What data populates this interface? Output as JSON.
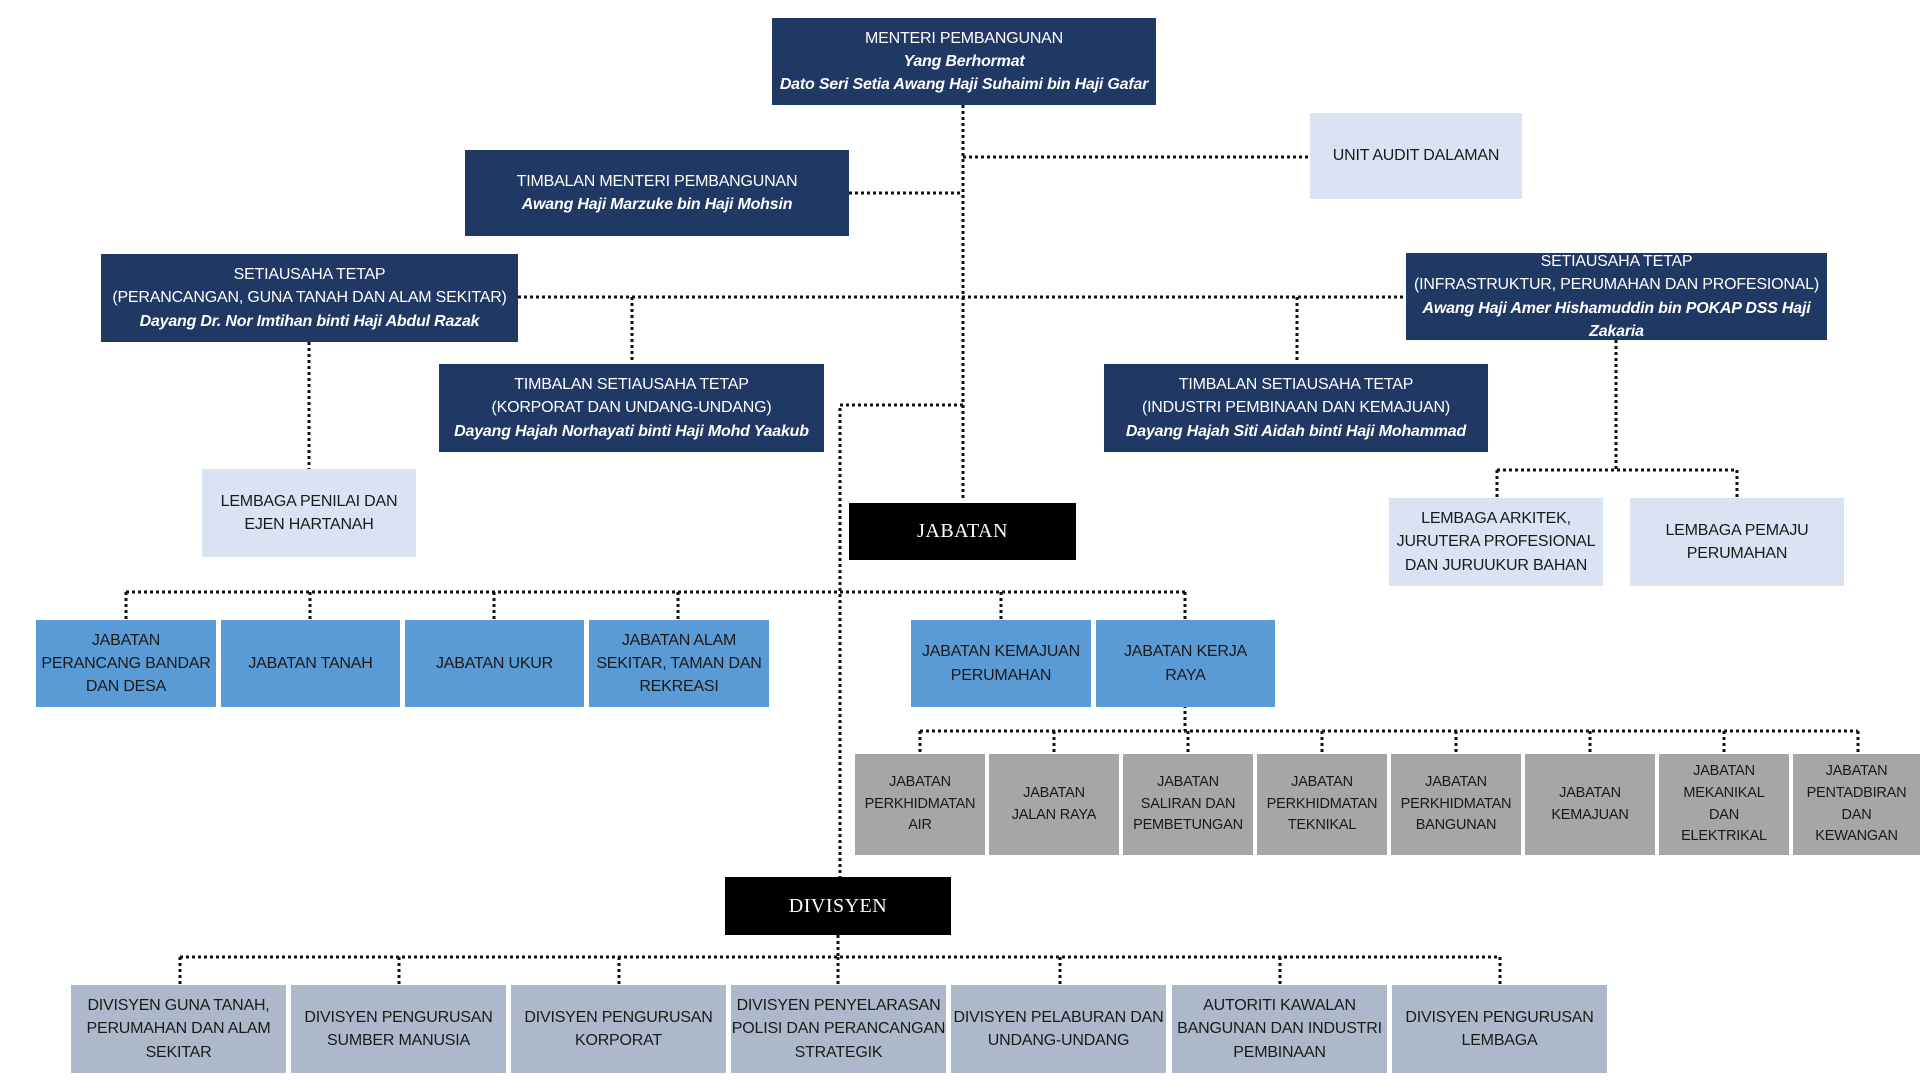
{
  "minister": {
    "title": "MENTERI PEMBANGUNAN",
    "honorific": "Yang Berhormat",
    "name": "Dato Seri Setia Awang Haji Suhaimi bin Haji Gafar"
  },
  "audit_unit": "UNIT AUDIT DALAMAN",
  "deputy_minister": {
    "title": "TIMBALAN MENTERI PEMBANGUNAN",
    "name": "Awang Haji Marzuke bin Haji Mohsin"
  },
  "ps_left": {
    "title": "SETIAUSAHA TETAP",
    "portfolio": "(PERANCANGAN, GUNA TANAH DAN ALAM SEKITAR)",
    "name": "Dayang Dr. Nor Imtihan binti Haji Abdul Razak"
  },
  "ps_right": {
    "title": "SETIAUSAHA TETAP",
    "portfolio": "(INFRASTRUKTUR, PERUMAHAN DAN PROFESIONAL)",
    "name": "Awang Haji Amer Hishamuddin bin POKAP DSS Haji Zakaria"
  },
  "dps_left": {
    "title": "TIMBALAN SETIAUSAHA TETAP",
    "portfolio": "(KORPORAT DAN UNDANG-UNDANG)",
    "name": "Dayang Hajah Norhayati binti Haji Mohd Yaakub"
  },
  "dps_right": {
    "title": "TIMBALAN SETIAUSAHA TETAP",
    "portfolio": "(INDUSTRI PEMBINAAN DAN KEMAJUAN)",
    "name": "Dayang Hajah Siti Aidah binti Haji Mohammad"
  },
  "valuers_board": [
    "LEMBAGA PENILAI DAN",
    "EJEN HARTANAH"
  ],
  "architects_board": [
    "LEMBAGA ARKITEK,",
    "JURUTERA PROFESIONAL",
    "DAN JURUUKUR BAHAN"
  ],
  "developers_board": [
    "LEMBAGA PEMAJU",
    "PERUMAHAN"
  ],
  "jabatan_heading": "JABATAN",
  "divisyen_heading": "DIVISYEN",
  "departments": [
    [
      "JABATAN",
      "PERANCANG BANDAR",
      "DAN DESA"
    ],
    [
      "JABATAN TANAH"
    ],
    [
      "JABATAN UKUR"
    ],
    [
      "JABATAN ALAM",
      "SEKITAR, TAMAN DAN",
      "REKREASI"
    ],
    [
      "JABATAN KEMAJUAN",
      "PERUMAHAN"
    ],
    [
      "JABATAN KERJA",
      "RAYA"
    ]
  ],
  "pwd_departments": [
    [
      "JABATAN",
      "PERKHIDMATAN",
      "AIR"
    ],
    [
      "JABATAN",
      "JALAN RAYA"
    ],
    [
      "JABATAN",
      "SALIRAN DAN",
      "PEMBETUNGAN"
    ],
    [
      "JABATAN",
      "PERKHIDMATAN",
      "TEKNIKAL"
    ],
    [
      "JABATAN",
      "PERKHIDMATAN",
      "BANGUNAN"
    ],
    [
      "JABATAN",
      "KEMAJUAN"
    ],
    [
      "JABATAN",
      "MEKANIKAL",
      "DAN",
      "ELEKTRIKAL"
    ],
    [
      "JABATAN",
      "PENTADBIRAN",
      "DAN",
      "KEWANGAN"
    ]
  ],
  "divisions": [
    [
      "DIVISYEN GUNA TANAH,",
      "PERUMAHAN DAN ALAM",
      "SEKITAR"
    ],
    [
      "DIVISYEN PENGURUSAN",
      "SUMBER MANUSIA"
    ],
    [
      "DIVISYEN PENGURUSAN",
      "KORPORAT"
    ],
    [
      "DIVISYEN PENYELARASAN",
      "POLISI DAN PERANCANGAN",
      "STRATEGIK"
    ],
    [
      "DIVISYEN PELABURAN DAN",
      "UNDANG-UNDANG"
    ],
    [
      "AUTORITI KAWALAN",
      "BANGUNAN DAN INDUSTRI",
      "PEMBINAAN"
    ],
    [
      "DIVISYEN PENGURUSAN",
      "LEMBAGA"
    ]
  ]
}
